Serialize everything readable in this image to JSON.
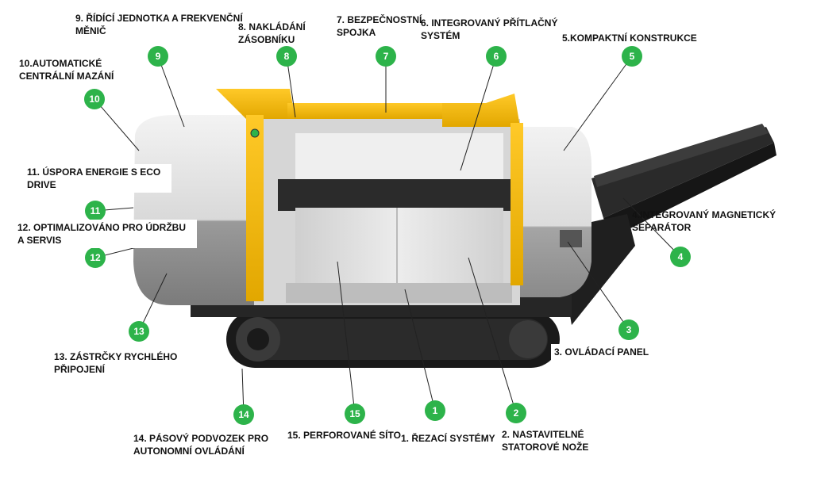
{
  "colors": {
    "badge": "#2db34a",
    "badge_text": "#ffffff",
    "frame_yellow": "#f2b600",
    "frame_yellow_dark": "#c99400",
    "body_light": "#e9e9e9",
    "body_dark": "#8d8d8d",
    "track": "#1e1e1e",
    "leader": "#222222"
  },
  "callouts": [
    {
      "num": "1",
      "text": "1. ŘEZACÍ SYSTÉMY"
    },
    {
      "num": "2",
      "text": "2. NASTAVITELNÉ\nSTATOROVÉ NOŽE"
    },
    {
      "num": "3",
      "text": "3. OVLÁDACÍ PANEL"
    },
    {
      "num": "4",
      "text": "4.INTEGROVANÝ MAGNETICKÝ\nSEPARÁTOR"
    },
    {
      "num": "5",
      "text": "5.KOMPAKTNÍ KONSTRUKCE"
    },
    {
      "num": "6",
      "text": "6.   INTEGROVANÝ   PŘÍTLAČNÝ\nSYSTÉM"
    },
    {
      "num": "7",
      "text": "7. BEZPEČNOSTNÍ\nSPOJKA"
    },
    {
      "num": "8",
      "text": "8. NAKLÁDÁNÍ\nZÁSOBNÍKU"
    },
    {
      "num": "9",
      "text": "9. ŘÍDÍCÍ JEDNOTKA A FREKVENČNÍ\nMĚNIČ"
    },
    {
      "num": "10",
      "text": "10.AUTOMATICKÉ\nCENTRÁLNÍ MAZÁNÍ"
    },
    {
      "num": "11",
      "text": "11. ÚSPORA ENERGIE S ECO\nDRIVE"
    },
    {
      "num": "12",
      "text": "12. OPTIMALIZOVÁNO PRO ÚDRŽBU\nA SERVIS"
    },
    {
      "num": "13",
      "text": "13. ZÁSTRČKY RYCHLÉHO\nPŘIPOJENÍ"
    },
    {
      "num": "14",
      "text": "14. PÁSOVÝ PODVOZEK PRO\nAUTONOMNÍ OVLÁDÁNÍ"
    },
    {
      "num": "15",
      "text": "15. PERFOROVANÉ SÍTO"
    }
  ]
}
